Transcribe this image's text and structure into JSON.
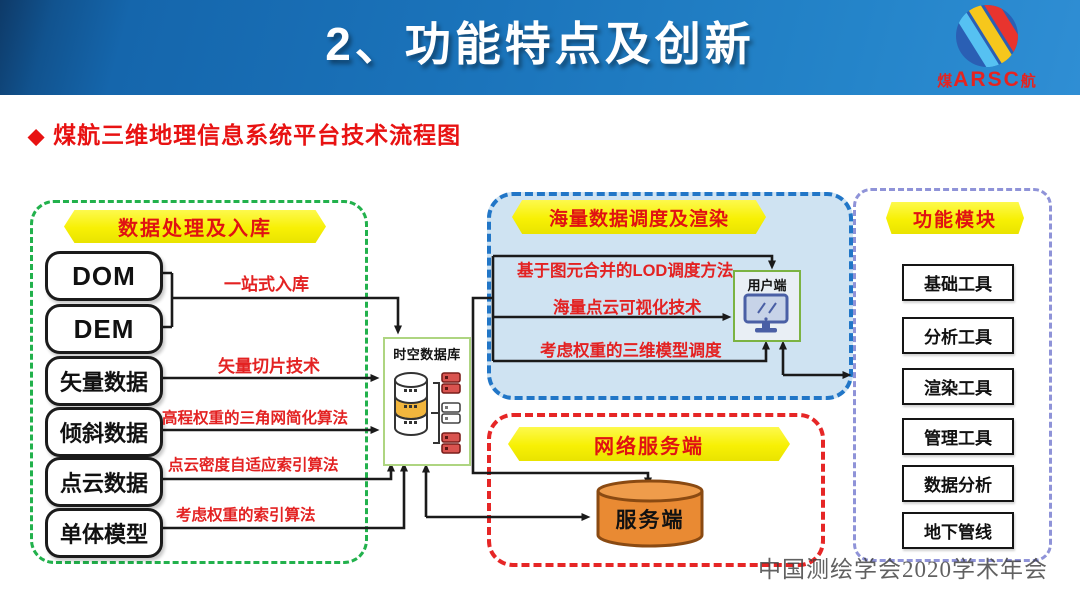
{
  "slide": {
    "title": "2、功能特点及创新",
    "heading_bullet": "◆",
    "heading": "煤航三维地理信息系统平台技术流程图",
    "footer": "中国测绘学会2020学术年会",
    "logo": {
      "cn_left": "煤",
      "latin": "ARSC",
      "cn_right": "航"
    }
  },
  "colors": {
    "banner_blue": "#1b74bb",
    "ribbon_yellow": "#f7f004",
    "ribbon_text_red": "#e01212",
    "annotation_red": "#e32222",
    "green_dash": "#22b14c",
    "blue_dash": "#2176c7",
    "red_dash": "#e62626",
    "purple_dash": "#8f93d8",
    "server_orange": "#e98a33",
    "db_border_green": "#aed581"
  },
  "diagram": {
    "data_processing": {
      "title": "数据处理及入库",
      "items": [
        "DOM",
        "DEM",
        "矢量数据",
        "倾斜数据",
        "点云数据",
        "单体模型"
      ],
      "annotations": [
        "一站式入库",
        "矢量切片技术",
        "高程权重的三角网简化算法",
        "点云密度自适应索引算法",
        "考虑权重的索引算法"
      ]
    },
    "database": {
      "label": "时空数据库"
    },
    "scheduling": {
      "title": "海量数据调度及渲染",
      "methods": [
        "基于图元合并的LOD调度方法",
        "海量点云可视化技术",
        "考虑权重的三维模型调度"
      ],
      "client_label": "用户端"
    },
    "network": {
      "title": "网络服务端",
      "server_label": "服务端"
    },
    "modules": {
      "title": "功能模块",
      "items": [
        "基础工具",
        "分析工具",
        "渲染工具",
        "管理工具",
        "数据分析",
        "地下管线"
      ]
    }
  }
}
